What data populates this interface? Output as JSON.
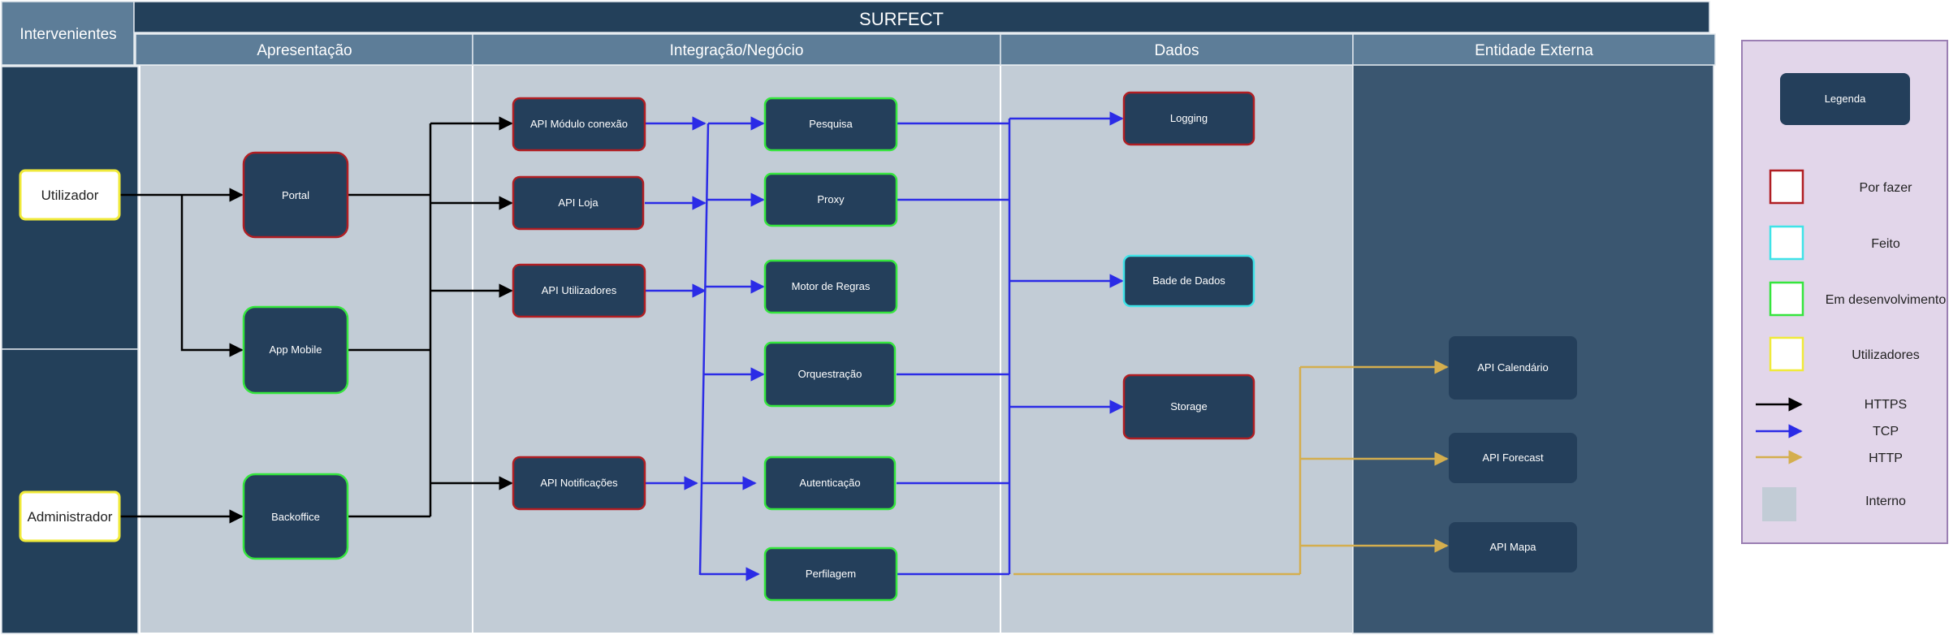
{
  "title": "SURFECT",
  "columns": {
    "actors": "Intervenientes",
    "presentation": "Apresentação",
    "integration": "Integração/Negócio",
    "data": "Dados",
    "external": "Entidade Externa"
  },
  "actors": {
    "user": "Utilizador",
    "admin": "Administrador"
  },
  "presentation": {
    "portal": "Portal",
    "app_mobile": "App Mobile",
    "backoffice": "Backoffice"
  },
  "apis": {
    "modulo_conexao": "API Módulo conexão",
    "loja": "API Loja",
    "utilizadores": "API Utilizadores",
    "notificacoes": "API Notificações"
  },
  "services": {
    "pesquisa": "Pesquisa",
    "proxy": "Proxy",
    "motor_regras": "Motor de Regras",
    "orquestracao": "Orquestração",
    "autenticacao": "Autenticação",
    "perfilagem": "Perfilagem"
  },
  "data_stores": {
    "logging": "Logging",
    "base_dados": "Bade de Dados",
    "storage": "Storage"
  },
  "external": {
    "calendario": "API Calendário",
    "forecast": "API Forecast",
    "mapa": "API Mapa"
  },
  "legend": {
    "title": "Legenda",
    "por_fazer": "Por fazer",
    "feito": "Feito",
    "em_desenvolvimento": "Em desenvolvimento",
    "utilizadores": "Utilizadores",
    "https": "HTTPS",
    "tcp": "TCP",
    "http": "HTTP",
    "interno": "Interno"
  },
  "colors": {
    "header_dark": "#23405a",
    "header_mid": "#5d7d98",
    "panel_light": "#c2ccd6",
    "panel_dark": "#3a5670",
    "node_fill": "#243f5b",
    "status_todo": "#b01e23",
    "status_done": "#3fe3e8",
    "status_in_progress": "#35e53d",
    "status_users": "#f0ea3a",
    "link_https": "#000000",
    "link_tcp": "#2b2be6",
    "link_http": "#d4ae4e",
    "legend_bg": "#e2d6ea",
    "legend_border": "#9b7fb3"
  }
}
